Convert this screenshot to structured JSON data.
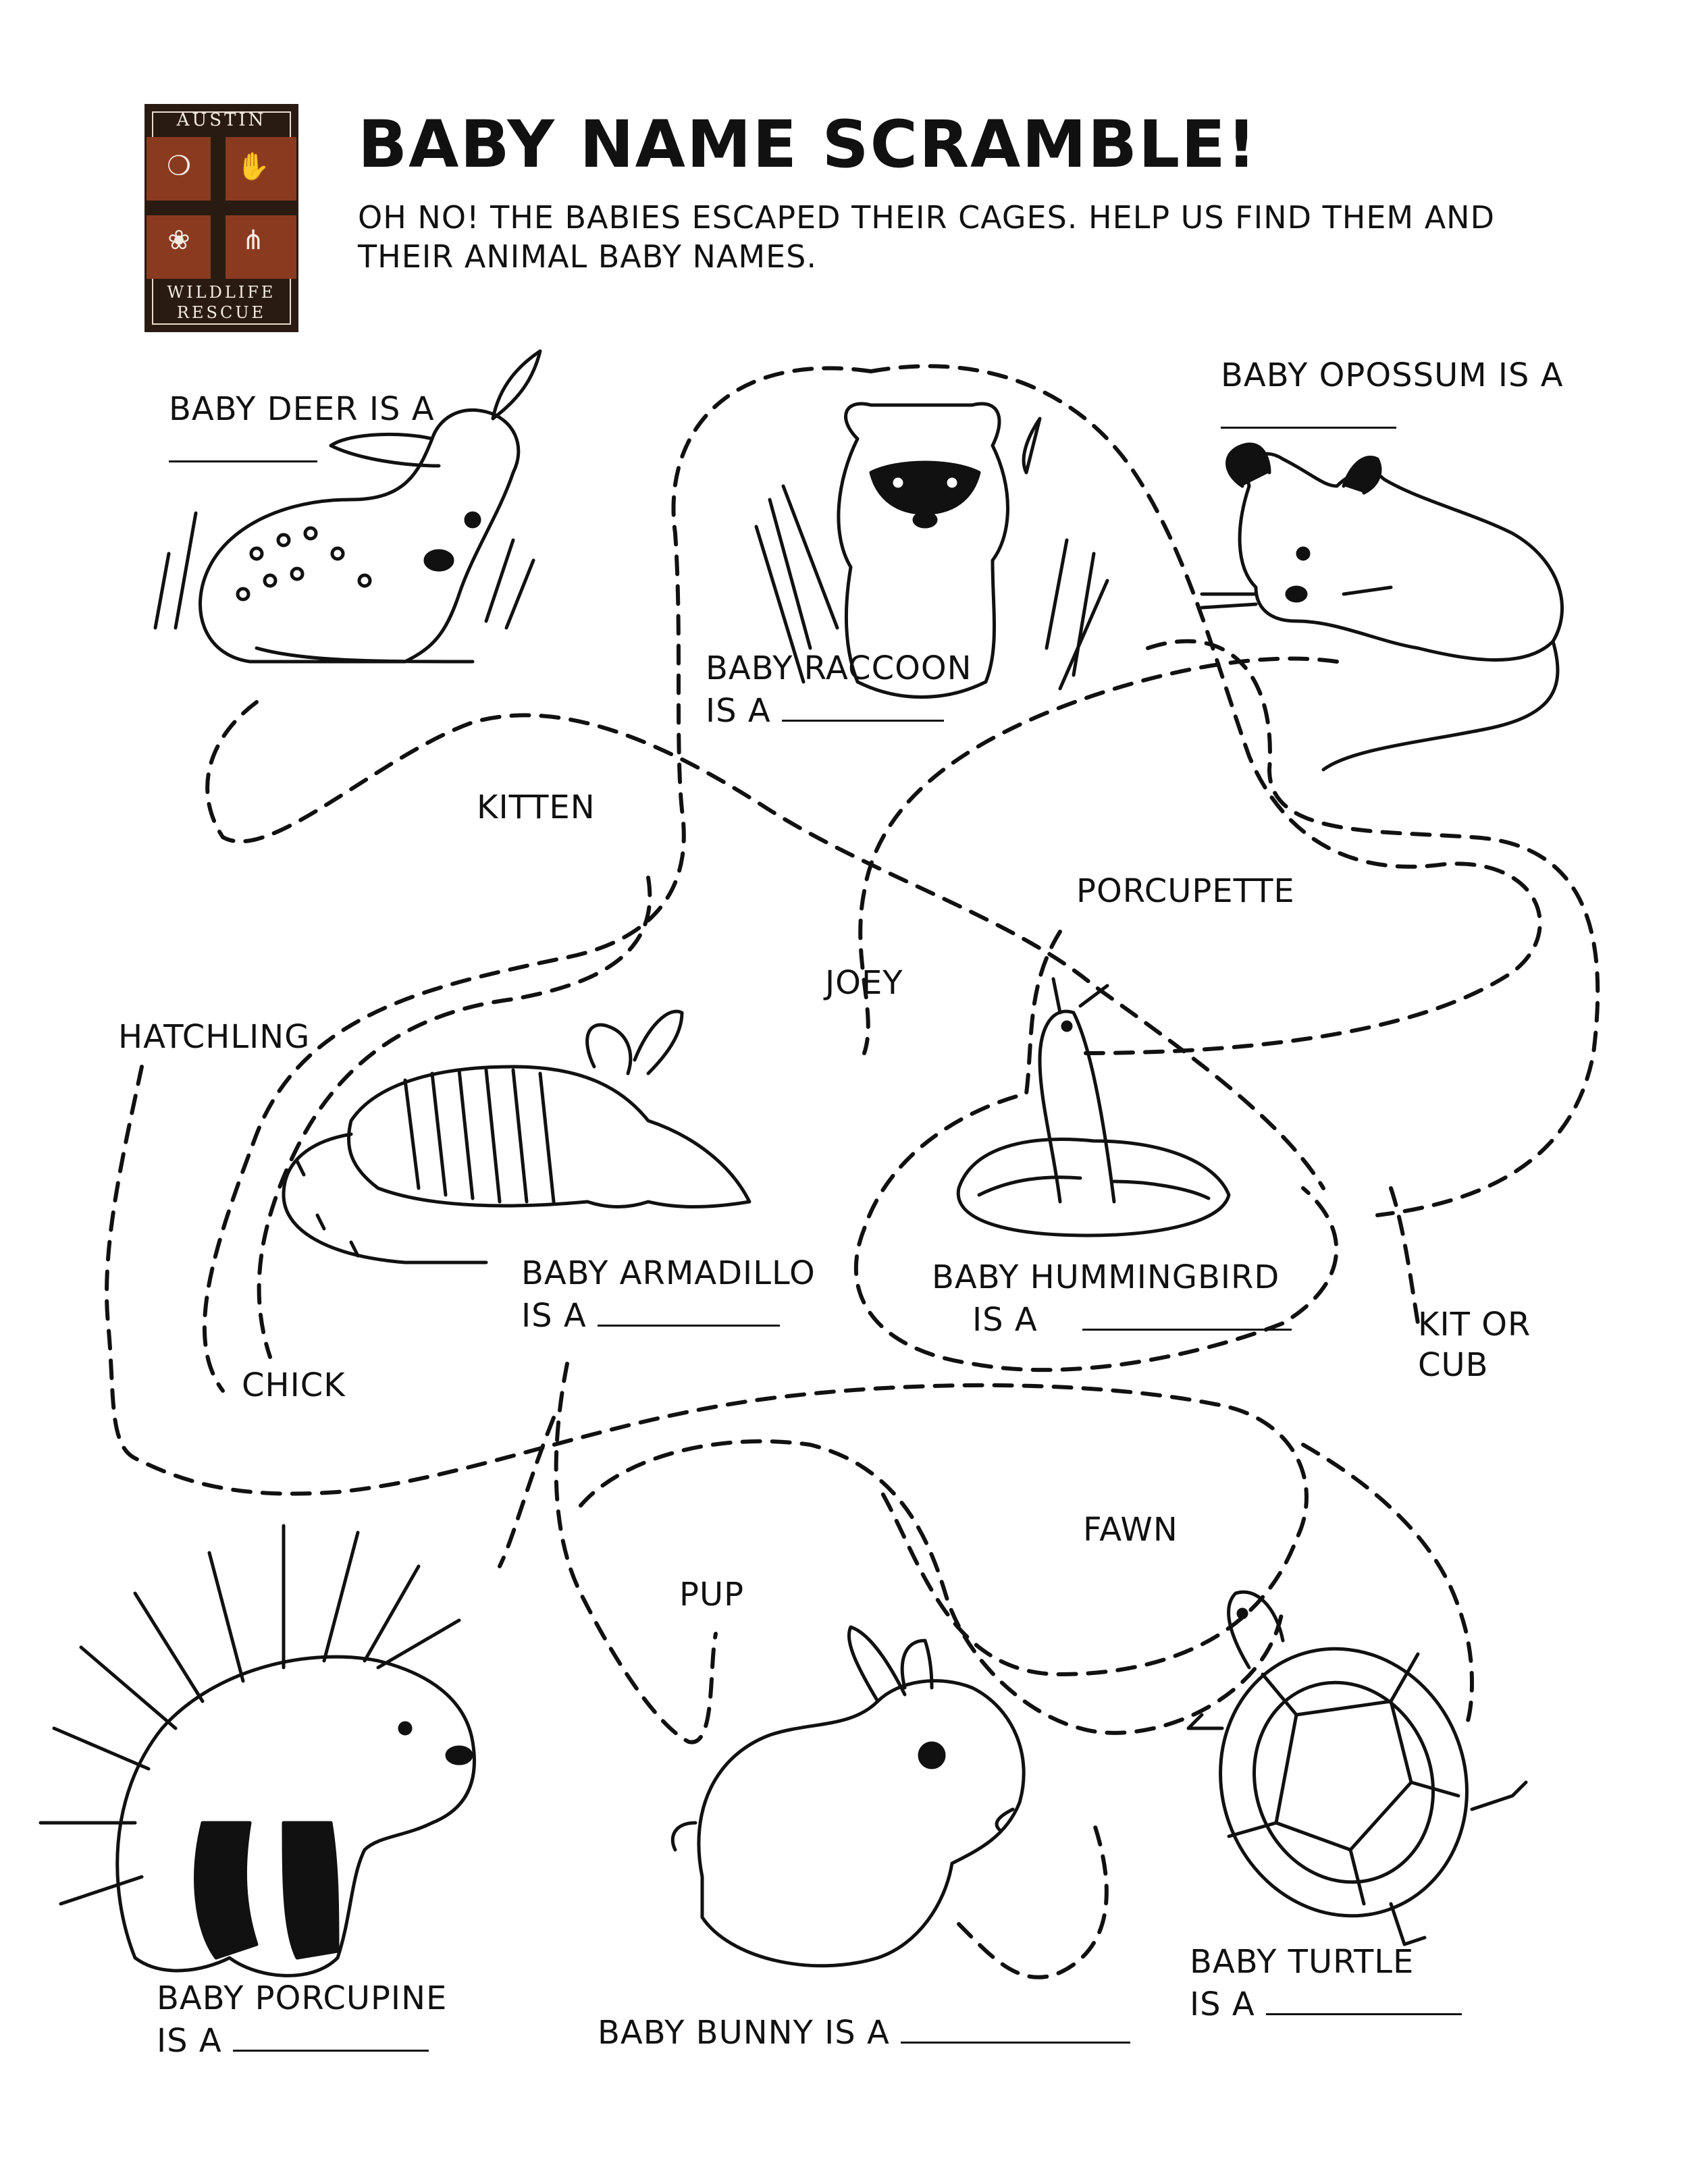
{
  "logo": {
    "top_text": "AUSTIN",
    "bottom_line1": "WILDLIFE",
    "bottom_line2": "RESCUE",
    "icons": [
      "deer-track-icon",
      "hand-track-icon",
      "paw-print-icon",
      "bird-track-icon"
    ],
    "colors": {
      "background": "#2a1b12",
      "cross": "#8a3a1f",
      "text": "#f3ece3"
    }
  },
  "header": {
    "title": "BABY NAME SCRAMBLE!",
    "subtitle_line1": "OH NO! THE BABIES ESCAPED THEIR CAGES. HELP US FIND THEM AND",
    "subtitle_line2": "THEIR ANIMAL BABY NAMES."
  },
  "questions": {
    "deer": {
      "line1": "BABY DEER IS A"
    },
    "raccoon": {
      "line1": "BABY RACCOON",
      "line2": "IS A"
    },
    "opossum": {
      "line1": "BABY OPOSSUM IS A"
    },
    "armadillo": {
      "line1": "BABY ARMADILLO",
      "line2": "IS A"
    },
    "hummingbird": {
      "line1": "BABY HUMMINGBIRD",
      "line2": "IS A"
    },
    "porcupine": {
      "line1": "BABY PORCUPINE",
      "line2": "IS A"
    },
    "bunny": {
      "line1": "BABY BUNNY IS A"
    },
    "turtle": {
      "line1": "BABY TURTLE",
      "line2": "IS A"
    }
  },
  "answer_words": {
    "kitten": "KITTEN",
    "porcupette": "PORCUPETTE",
    "joey": "JOEY",
    "hatchling": "HATCHLING",
    "chick": "CHICK",
    "kit_or_cub_line1": "KIT OR",
    "kit_or_cub_line2": "CUB",
    "fawn": "FAWN",
    "pup": "PUP"
  },
  "illustrations": [
    "fawn",
    "raccoon",
    "opossum",
    "armadillo",
    "hummingbird-chick",
    "porcupine",
    "bunny",
    "turtle"
  ]
}
